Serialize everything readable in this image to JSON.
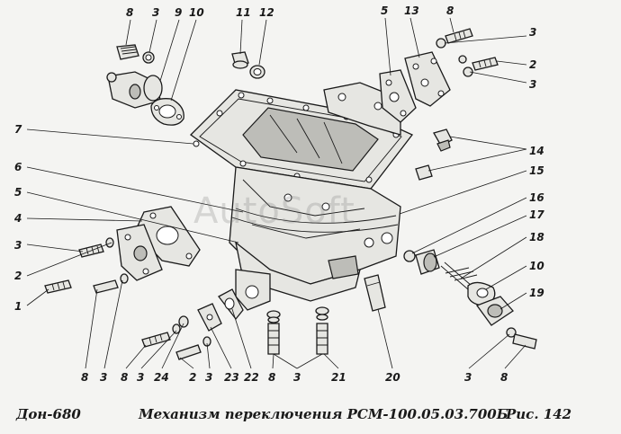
{
  "caption": {
    "model": "Дон-680",
    "title": "Механизм переключения   РСМ-100.05.03.700Б",
    "figure": "Рис.  142"
  },
  "watermark": "AutoSoft",
  "callouts": {
    "c8a": "8",
    "c3a": "3",
    "c9": "9",
    "c10a": "10",
    "c11": "11",
    "c12": "12",
    "c5a": "5",
    "c13": "13",
    "c8b": "8",
    "c3b": "3",
    "c2a": "2",
    "c3c": "3",
    "c7": "7",
    "c14": "14",
    "c6": "6",
    "c15": "15",
    "c5b": "5",
    "c16": "16",
    "c4": "4",
    "c17": "17",
    "c3d": "3",
    "c18": "18",
    "c2b": "2",
    "c10b": "10",
    "c1": "1",
    "c19": "19",
    "b8a": "8",
    "b3a": "3",
    "b8b": "8",
    "b3b": "3",
    "b24": "24",
    "b2": "2",
    "b3c": "3",
    "b23": "23",
    "b22": "22",
    "b8c": "8",
    "b3d": "3",
    "b21": "21",
    "b20": "20",
    "b3e": "3",
    "b8d": "8"
  }
}
